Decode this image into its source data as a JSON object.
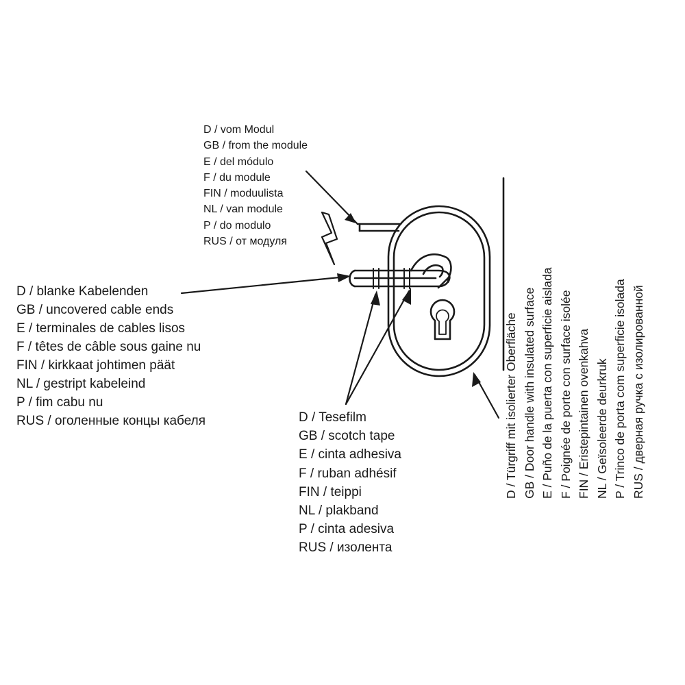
{
  "module_labels": [
    "D / vom Modul",
    "GB / from the module",
    "E / del módulo",
    "F / du module",
    "FIN / moduulista",
    "NL / van module",
    "P / do modulo",
    "RUS / от модуля"
  ],
  "cable_labels": [
    "D / blanke Kabelenden",
    "GB / uncovered cable ends",
    "E / terminales de cables lisos",
    "F / têtes de câble sous gaine nu",
    "FIN / kirkkaat johtimen päät",
    "NL / gestript kabeleind",
    "P / fim cabu nu",
    "RUS / оголенные концы кабеля"
  ],
  "tape_labels": [
    "D / Tesefilm",
    "GB / scotch tape",
    "E / cinta adhesiva",
    "F / ruban adhésif",
    "FIN / teippi",
    "NL / plakband",
    "P / cinta adesiva",
    "RUS / изолента"
  ],
  "handle_labels": [
    "D / Türgriff mit isolierter Oberfläche",
    "GB / Door handle with insulated surface",
    "E / Puño de la puerta con superficie aislada",
    "F / Poignée de porte con surface isolée",
    "FIN / Eristepintainen ovenkahva",
    "NL / Geïsoleerde deurkruk",
    "P / Trinco de porta com superficie isolada",
    "RUS / дверная ручка с изолированной"
  ],
  "colors": {
    "ink": "#1a1a1a",
    "background": "#ffffff"
  },
  "icons": [
    "lightning-bolt-icon"
  ]
}
